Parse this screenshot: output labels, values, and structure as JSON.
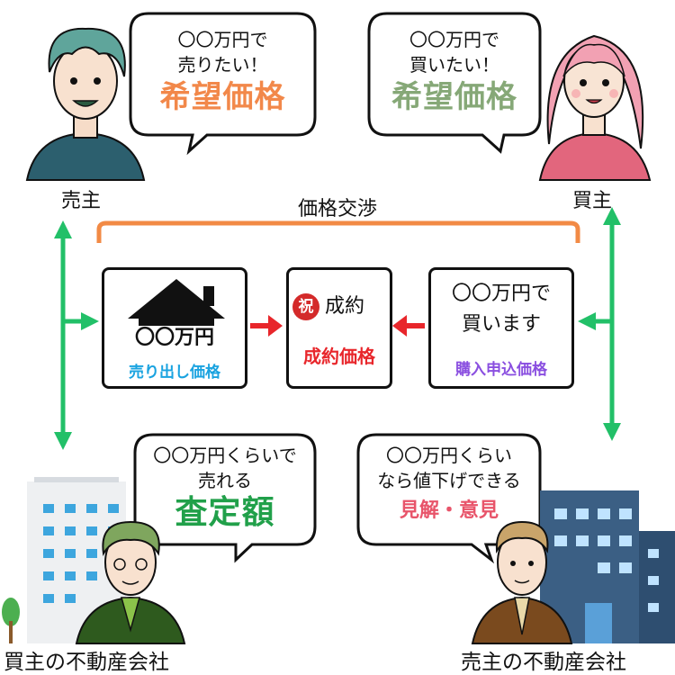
{
  "seller": {
    "label": "売主",
    "bubble_line1": "〇〇万円で",
    "bubble_line2": "売りたい！",
    "bubble_emphasis": "希望価格",
    "emphasis_color": "#f2884a"
  },
  "buyer": {
    "label": "買主",
    "bubble_line1": "〇〇万円で",
    "bubble_line2": "買いたい！",
    "bubble_emphasis": "希望価格",
    "emphasis_color": "#86a877"
  },
  "negotiation": {
    "label": "価格交渉",
    "color": "#f28a45"
  },
  "listing_box": {
    "price": "〇〇万円",
    "caption": "売り出し価格",
    "caption_color": "#1aa3e0"
  },
  "deal_box": {
    "badge": "祝",
    "title": "成約",
    "caption": "成約価格",
    "caption_color": "#e8262b"
  },
  "offer_box": {
    "line1": "〇〇万円で",
    "line2": "買います",
    "caption": "購入申込価格",
    "caption_color": "#8a4fe0"
  },
  "buyer_agent": {
    "label": "買主の不動産会社",
    "bubble_line1": "〇〇万円くらいで",
    "bubble_line2": "売れる",
    "bubble_emphasis": "査定額",
    "emphasis_color": "#21a04a"
  },
  "seller_agent": {
    "label": "売主の不動産会社",
    "bubble_line1": "〇〇万円くらい",
    "bubble_line2": "なら値下げできる",
    "bubble_emphasis": "見解・意見",
    "emphasis_color": "#e8546a"
  },
  "colors": {
    "green_arrow": "#22c068",
    "red_arrow": "#e8262b"
  }
}
